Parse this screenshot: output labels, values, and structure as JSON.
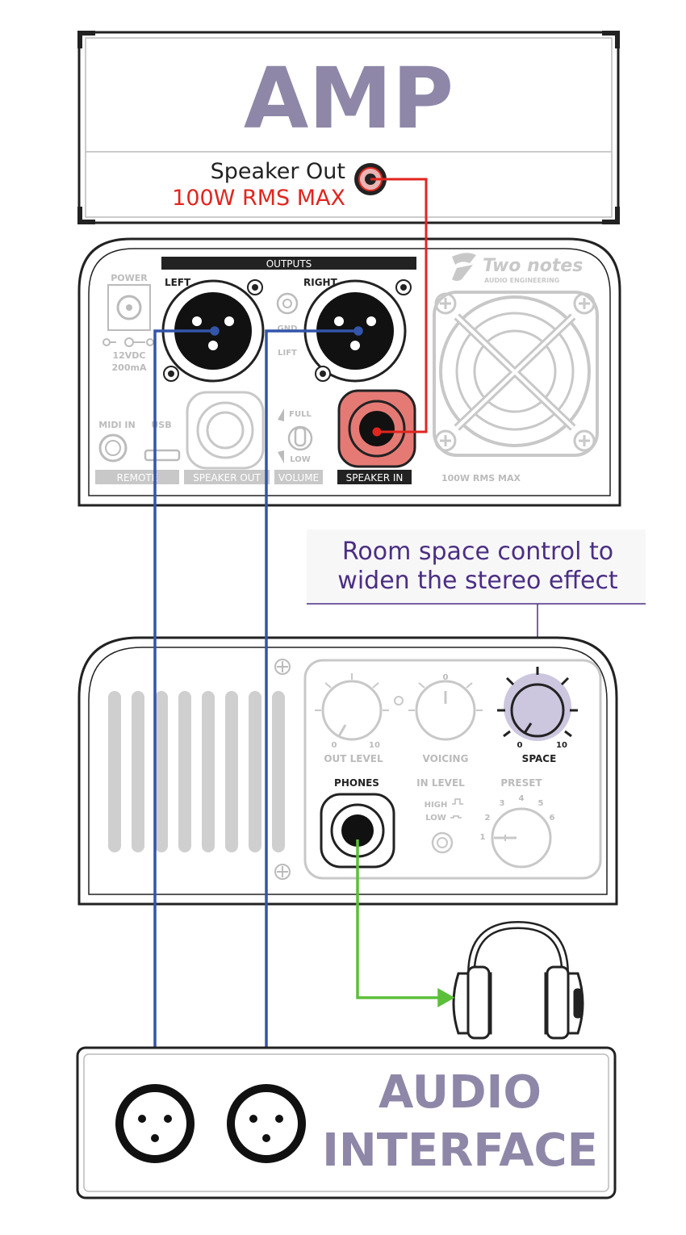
{
  "amp": {
    "title": "AMP",
    "speaker_out_label": "Speaker Out",
    "power_rating": "100W RMS MAX"
  },
  "rear_panel": {
    "brand_name": "Two notes",
    "brand_sub": "AUDIO ENGINEERING",
    "outputs_header": "OUTPUTS",
    "left_label": "LEFT",
    "right_label": "RIGHT",
    "power_label": "POWER",
    "power_spec_voltage": "12VDC",
    "power_spec_current": "200mA",
    "gnd_label": "GND",
    "lift_label": "LIFT",
    "midi_in_label": "MIDI IN",
    "usb_label": "USB",
    "full_label": "FULL",
    "low_label": "LOW",
    "remote_label": "REMOTE",
    "speaker_out_label": "SPEAKER OUT",
    "volume_label": "VOLUME",
    "speaker_in_label": "SPEAKER IN",
    "rating_label": "100W RMS MAX"
  },
  "callout": {
    "line1": "Room space control to",
    "line2": "widen the stereo effect"
  },
  "front_panel": {
    "out_level_label": "OUT LEVEL",
    "voicing_label": "VOICING",
    "space_label": "SPACE",
    "knob_min": "0",
    "knob_max": "10",
    "phones_label": "PHONES",
    "in_level_label": "IN LEVEL",
    "high_label": "HIGH",
    "low_label": "LOW",
    "preset_label": "PRESET",
    "preset_positions": [
      "1",
      "2",
      "3",
      "4",
      "5",
      "6"
    ]
  },
  "interface": {
    "line1": "AUDIO",
    "line2": "INTERFACE"
  },
  "colors": {
    "accent_purple": "#8e87a8",
    "callout_text": "#4b2e83",
    "red_cable": "#e0261f",
    "blue_cable": "#3355aa",
    "green_cable": "#5cbf3a",
    "panel_gray": "#c8c8c8",
    "space_knob_fill": "#cdc6df"
  }
}
